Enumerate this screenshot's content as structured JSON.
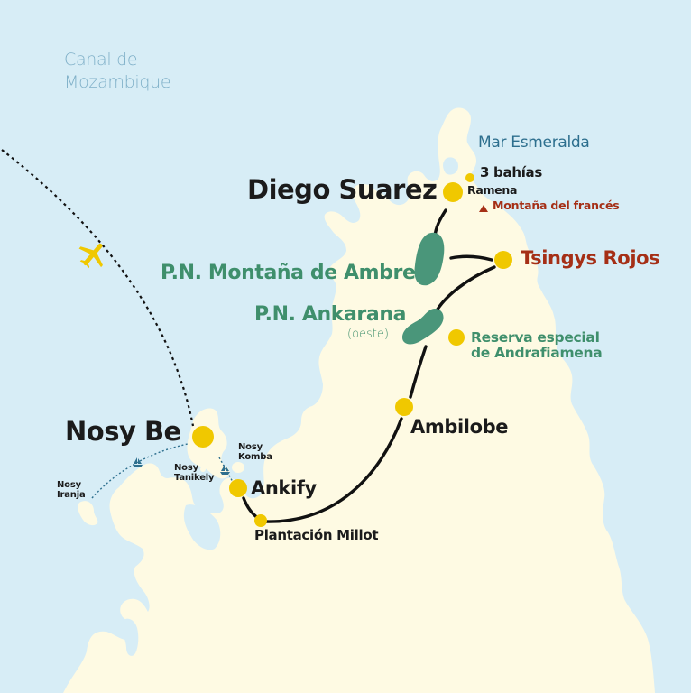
{
  "colors": {
    "sea": "#d7edf6",
    "land": "#fefae3",
    "stop_marker": "#f0c800",
    "park": "#4a967a",
    "route": "#111111",
    "park_label": "#3f8f6c",
    "highlight_label": "#a52f16",
    "boat_route": "#2d6f8e"
  },
  "seas": {
    "mozambique_channel_line1": "Canal de",
    "mozambique_channel_line2": "Mozambique",
    "emerald_sea": "Mar Esmeralda"
  },
  "places": {
    "diego_suarez": "Diego Suarez",
    "three_bays": "3 bahías",
    "ramena": "Ramena",
    "french_mountain": "Montaña del francés",
    "tsingys_rojos": "Tsingys Rojos",
    "amber_mountain": "P.N. Montaña de Ambre",
    "ankarana": "P.N. Ankarana",
    "ankarana_note": "(oeste)",
    "andrafiamena_line1": "Reserva especial",
    "andrafiamena_line2": "de Andrafiamena",
    "ambilobe": "Ambilobe",
    "nosy_be": "Nosy Be",
    "nosy_komba_line1": "Nosy",
    "nosy_komba_line2": "Komba",
    "nosy_tanikely_line1": "Nosy",
    "nosy_tanikely_line2": "Tanikely",
    "nosy_iranja_line1": "Nosy",
    "nosy_iranja_line2": "Iranja",
    "ankify": "Ankify",
    "millot": "Plantación Millot"
  },
  "icons": {
    "plane": "airplane-icon",
    "boat": "sailboat-icon",
    "mountain": "mountain-triangle-icon"
  }
}
